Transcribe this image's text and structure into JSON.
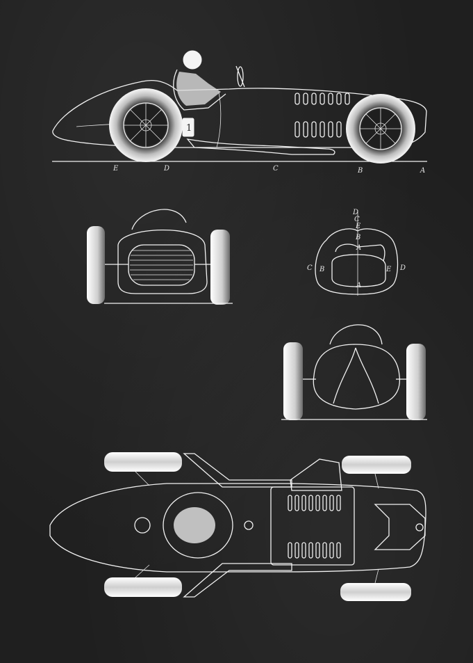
{
  "side_view_labels": [
    "E",
    "D",
    "C",
    "B",
    "A"
  ],
  "section_labels": {
    "top_d": "D",
    "top_c": "C",
    "top_e": "E",
    "upper_b": "B",
    "upper_a": "A",
    "left_c": "C",
    "left_b": "B",
    "right_e": "E",
    "right_d": "D",
    "bottom_a": "A"
  },
  "driver_number": "1",
  "colors": {
    "background": "#1f1f1f",
    "ink": "#f2f2f2"
  }
}
